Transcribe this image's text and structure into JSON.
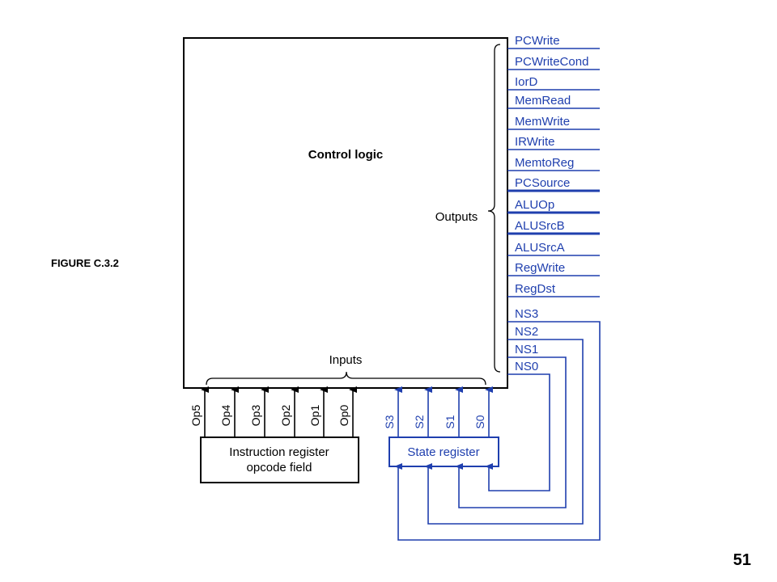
{
  "figure_label": "FIGURE C.3.2",
  "page_number": "51",
  "control_logic": {
    "title": "Control logic",
    "inputs_label": "Inputs",
    "outputs_label": "Outputs"
  },
  "outputs": [
    {
      "name": "PCWrite",
      "bus": false
    },
    {
      "name": "PCWriteCond",
      "bus": false
    },
    {
      "name": "IorD",
      "bus": false
    },
    {
      "name": "MemRead",
      "bus": false
    },
    {
      "name": "MemWrite",
      "bus": false
    },
    {
      "name": "IRWrite",
      "bus": false
    },
    {
      "name": "MemtoReg",
      "bus": false
    },
    {
      "name": "PCSource",
      "bus": true
    },
    {
      "name": "ALUOp",
      "bus": true
    },
    {
      "name": "ALUSrcB",
      "bus": true
    },
    {
      "name": "ALUSrcA",
      "bus": false
    },
    {
      "name": "RegWrite",
      "bus": false
    },
    {
      "name": "RegDst",
      "bus": false
    }
  ],
  "next_state": [
    "NS3",
    "NS2",
    "NS1",
    "NS0"
  ],
  "opcode_inputs": [
    "Op5",
    "Op4",
    "Op3",
    "Op2",
    "Op1",
    "Op0"
  ],
  "state_inputs": [
    "S3",
    "S2",
    "S1",
    "S0"
  ],
  "instruction_register": {
    "line1": "Instruction register",
    "line2": "opcode field"
  },
  "state_register": {
    "label": "State register"
  },
  "colors": {
    "signal_blue": "#1f3fae",
    "black": "#000000"
  }
}
